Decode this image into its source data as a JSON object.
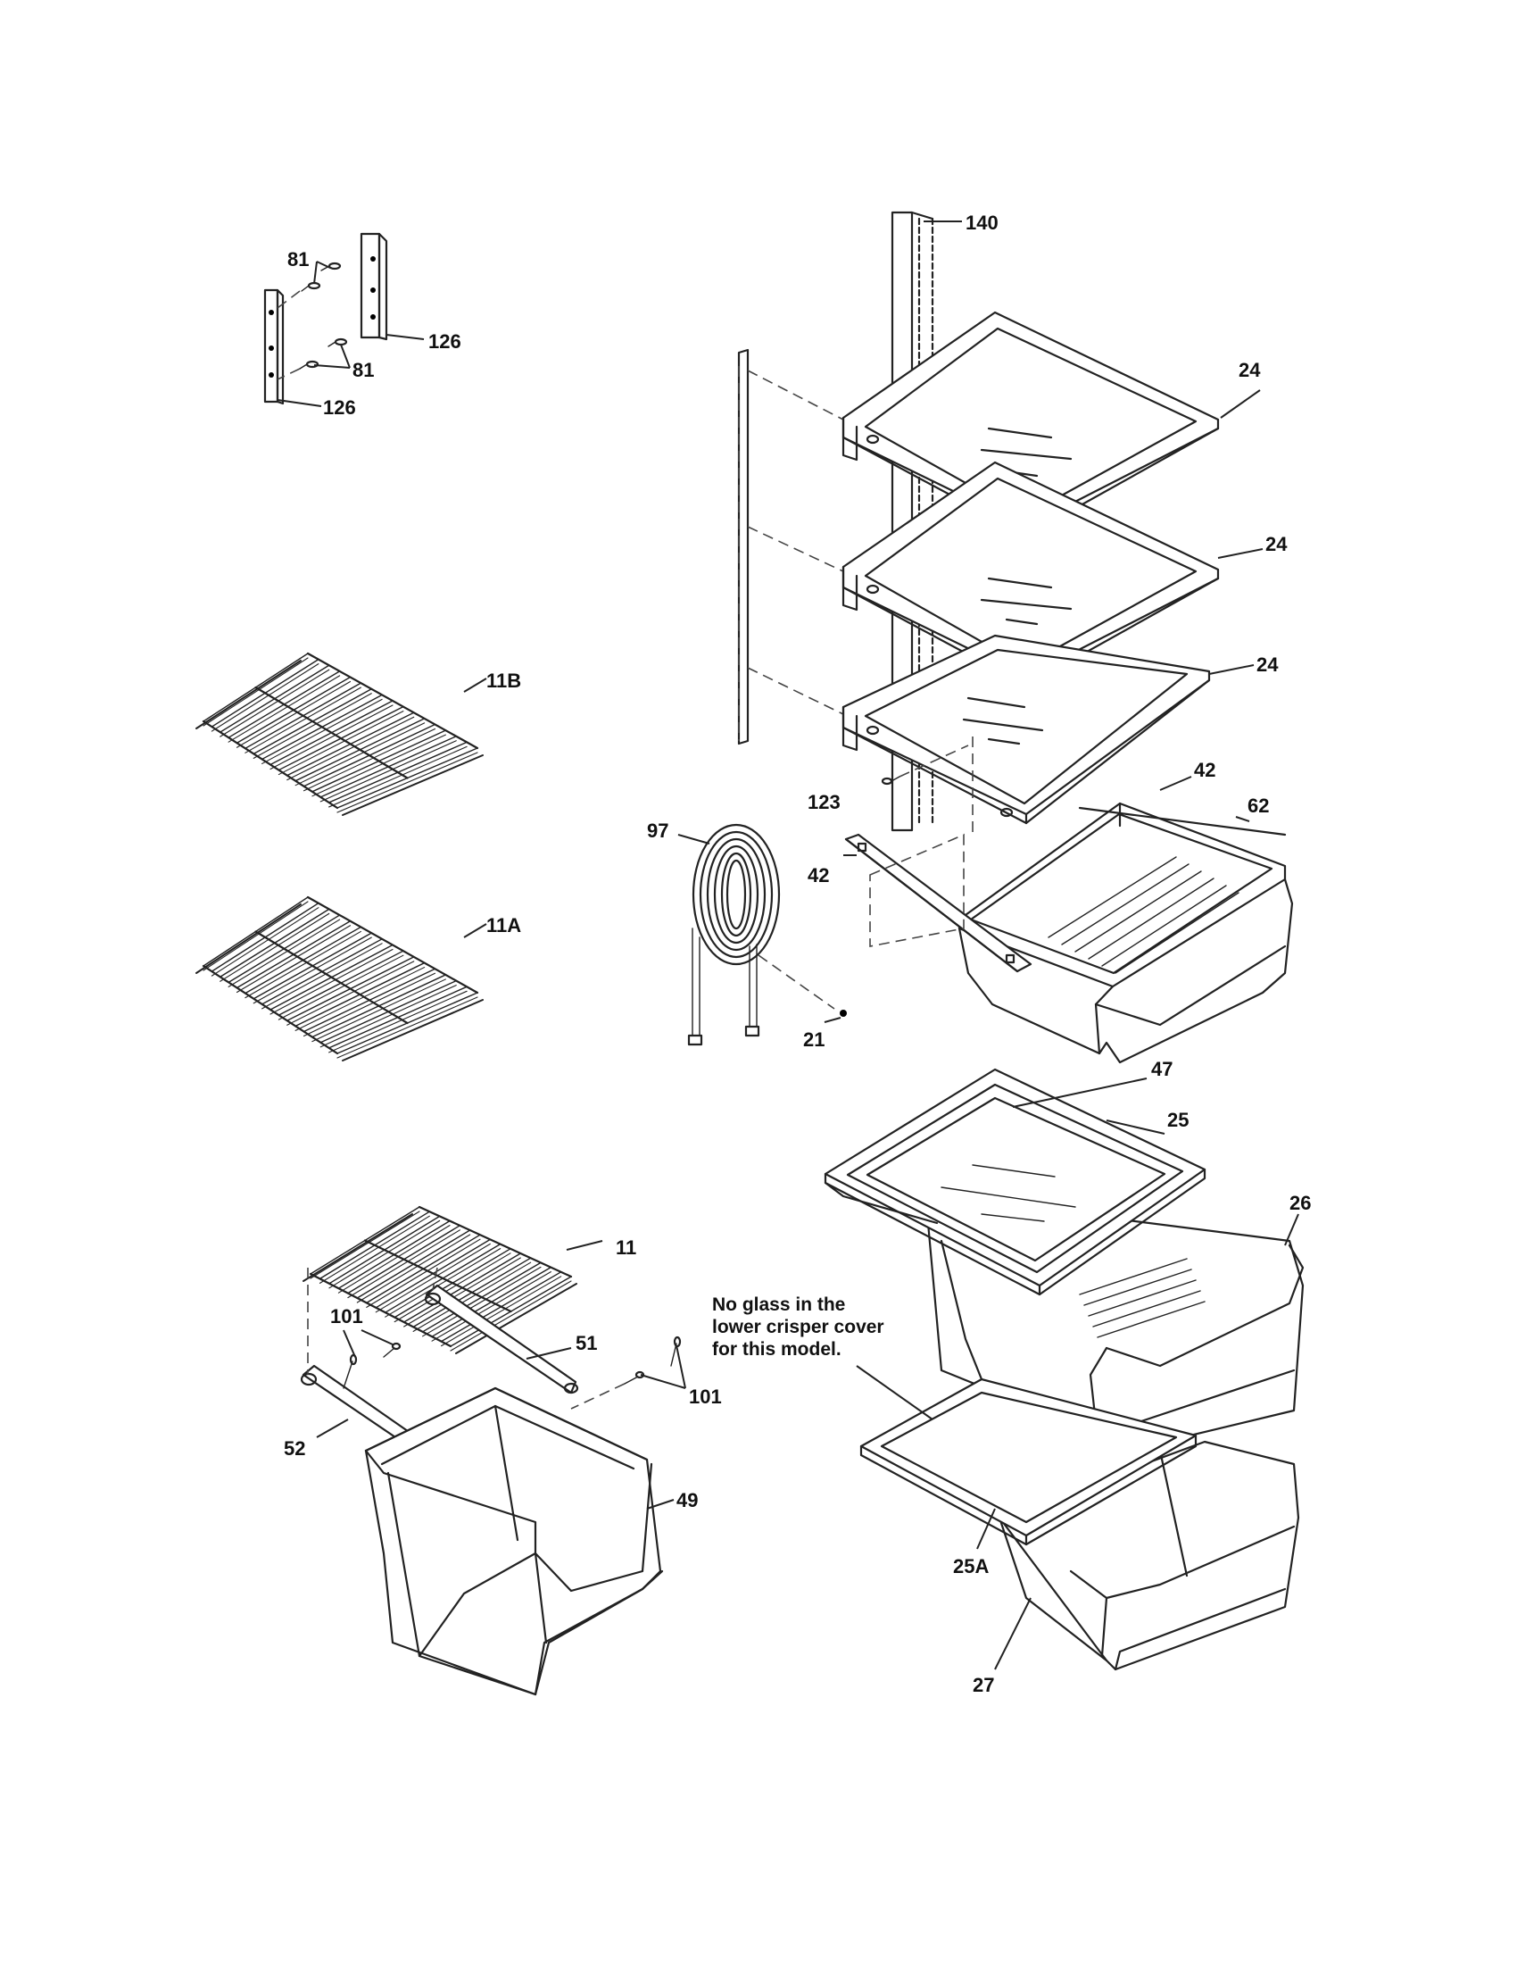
{
  "callouts": {
    "c140": "140",
    "c81a": "81",
    "c81b": "81",
    "c126a": "126",
    "c126b": "126",
    "c24a": "24",
    "c24b": "24",
    "c24c": "24",
    "c11B": "11B",
    "c11A": "11A",
    "c123": "123",
    "c42a": "42",
    "c42b": "42",
    "c62": "62",
    "c97": "97",
    "c21": "21",
    "c47": "47",
    "c25": "25",
    "c26": "26",
    "c11": "11",
    "c101a": "101",
    "c101b": "101",
    "c51": "51",
    "c52": "52",
    "c49": "49",
    "c25A": "25A",
    "c27": "27"
  },
  "note": {
    "line1": "No glass in the",
    "line2": "lower crisper cover",
    "line3": "for this model."
  }
}
